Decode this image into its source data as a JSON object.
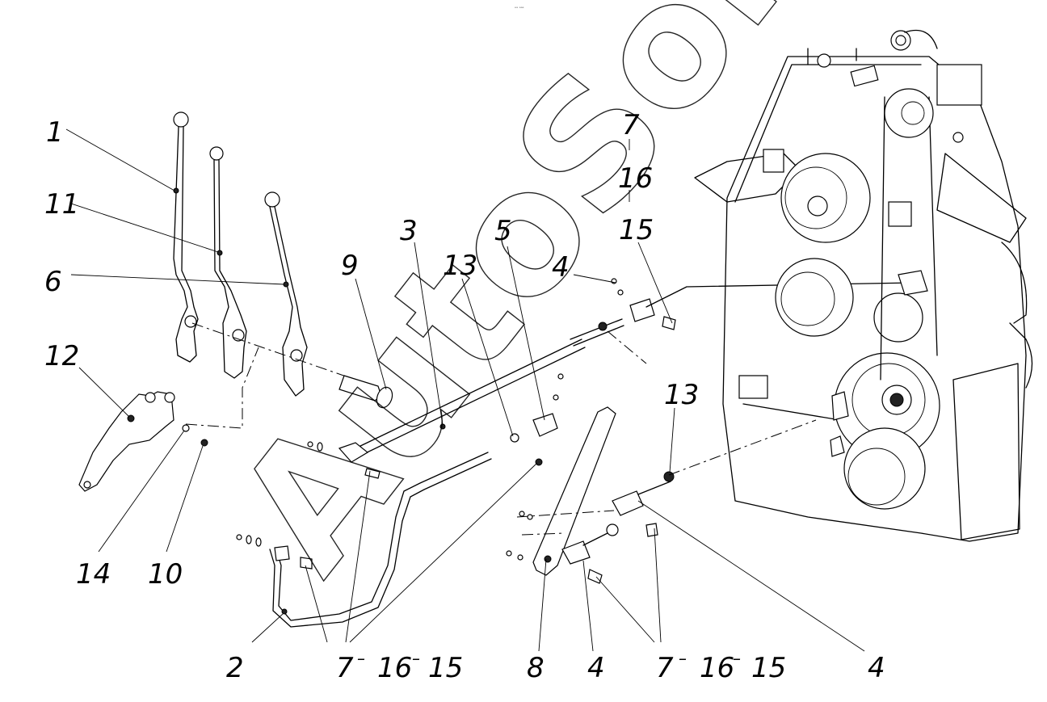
{
  "header_mark": "ᵉᵃ ᵃᵃᵃ",
  "watermark": "AutoSoft",
  "callouts": {
    "c1": "1",
    "c11": "11",
    "c6": "6",
    "c12": "12",
    "c14": "14",
    "c10": "10",
    "c2": "2",
    "c9": "9",
    "c3": "3",
    "c13a": "13",
    "c5": "5",
    "c4a": "4",
    "c7top": "7",
    "c16top": "16",
    "c15top": "15",
    "c13b": "13",
    "c8": "8",
    "c4b": "4",
    "c4c": "4",
    "c7a": "7",
    "c16a": "16",
    "c15a": "15",
    "c7b": "7",
    "c16b": "16",
    "c15b": "15",
    "dash1": "–",
    "dash2": "–",
    "dash3": "–",
    "dash4": "–"
  }
}
